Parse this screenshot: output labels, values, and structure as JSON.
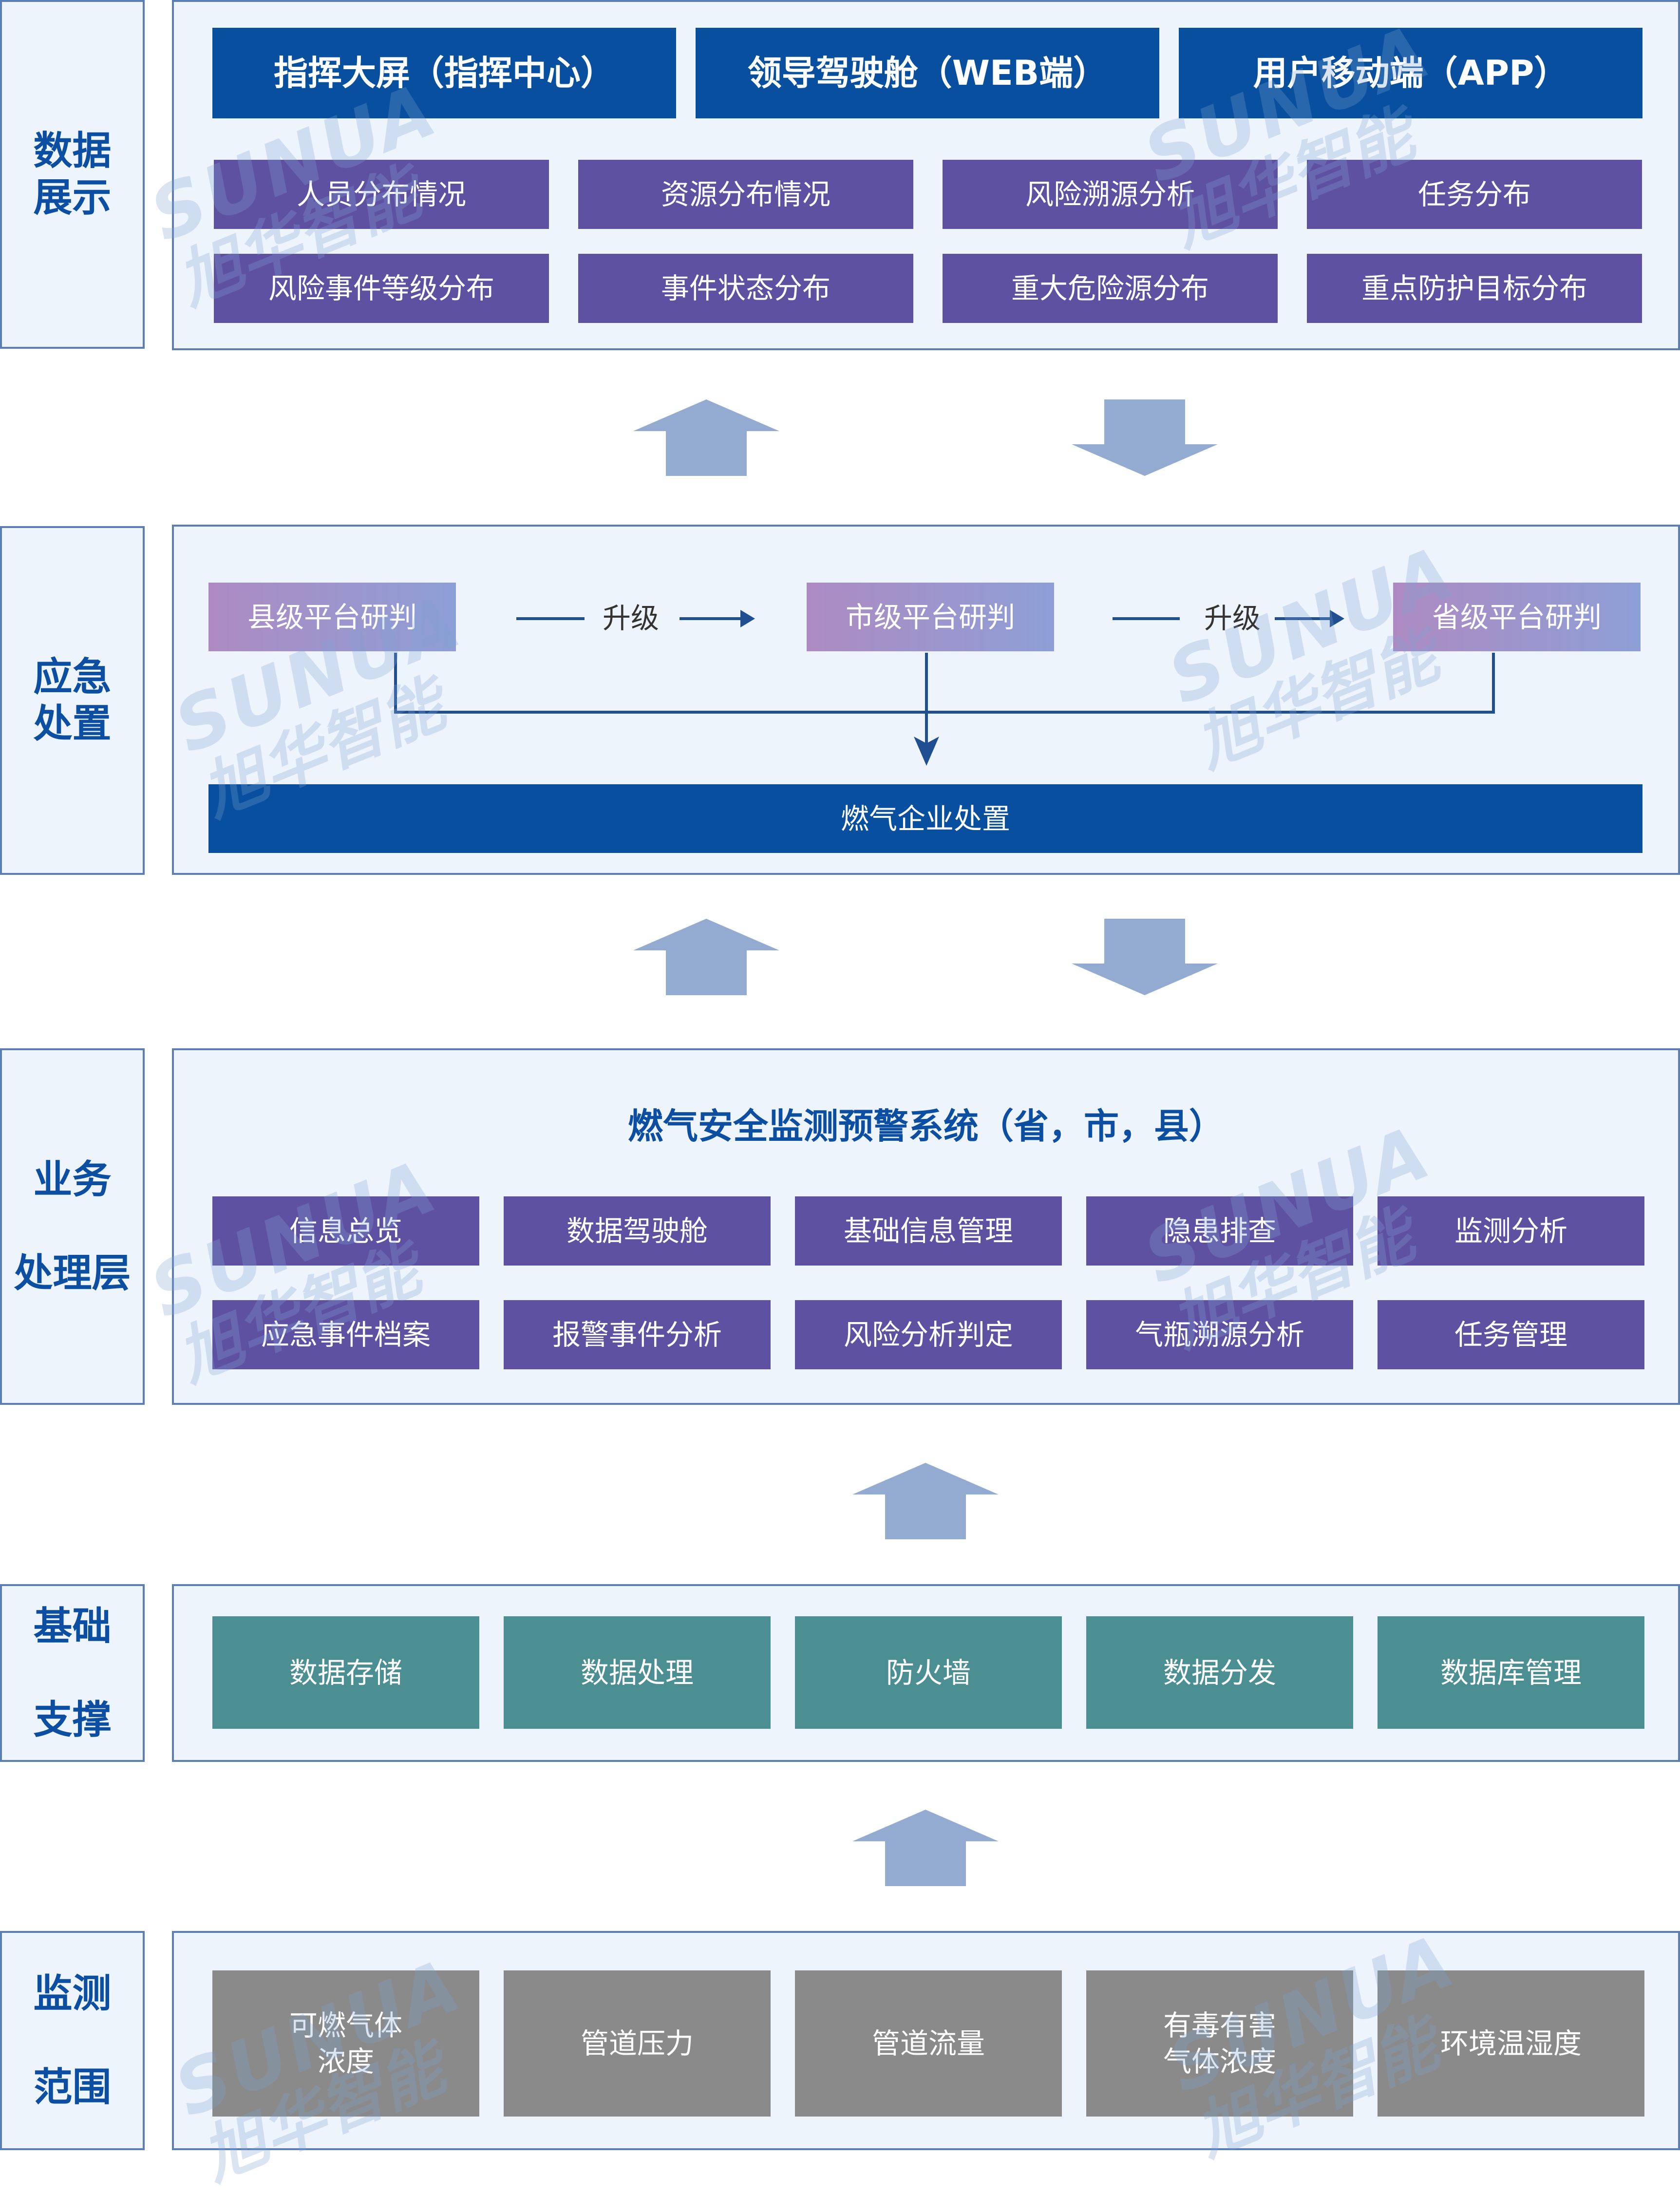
{
  "layers": {
    "display": {
      "label": [
        "数据",
        "展示"
      ],
      "top": [
        "指挥大屏（指挥中心）",
        "领导驾驶舱（WEB端）",
        "用户移动端（APP）"
      ],
      "items": [
        "人员分布情况",
        "资源分布情况",
        "风险溯源分析",
        "任务分布",
        "风险事件等级分布",
        "事件状态分布",
        "重大危险源分布",
        "重点防护目标分布"
      ]
    },
    "emergency": {
      "label": [
        "应急",
        "处置"
      ],
      "county": "县级平台研判",
      "city": "市级平台研判",
      "province": "省级平台研判",
      "escalate_1": "升级",
      "escalate_2": "升级",
      "enterprise": "燃气企业处置"
    },
    "business": {
      "label": [
        "业务",
        "处理层"
      ],
      "title": "燃气安全监测预警系统（省，市，县）",
      "items": [
        "信息总览",
        "数据驾驶舱",
        "基础信息管理",
        "隐患排查",
        "监测分析",
        "应急事件档案",
        "报警事件分析",
        "风险分析判定",
        "气瓶溯源分析",
        "任务管理"
      ]
    },
    "foundation": {
      "label": [
        "基础",
        "支撑"
      ],
      "items": [
        "数据存储",
        "数据处理",
        "防火墙",
        "数据分发",
        "数据库管理"
      ]
    },
    "monitoring": {
      "label": [
        "监测",
        "范围"
      ],
      "items": [
        [
          "可燃气体",
          "浓度"
        ],
        [
          "管道压力"
        ],
        [
          "管道流量"
        ],
        [
          "有毒有害",
          "气体浓度"
        ],
        [
          "环境温湿度"
        ]
      ]
    }
  },
  "watermark": {
    "en": "SUNUA",
    "cn": "旭华智能"
  },
  "colors": {
    "navy": "#08509f",
    "purple": "#5e51a1",
    "teal": "#4b8f93",
    "gray": "#8a8a8a",
    "panel": "#eef4fb",
    "border": "#5b7fb5",
    "arrow": "#93abd0",
    "line": "#1f4f91"
  }
}
